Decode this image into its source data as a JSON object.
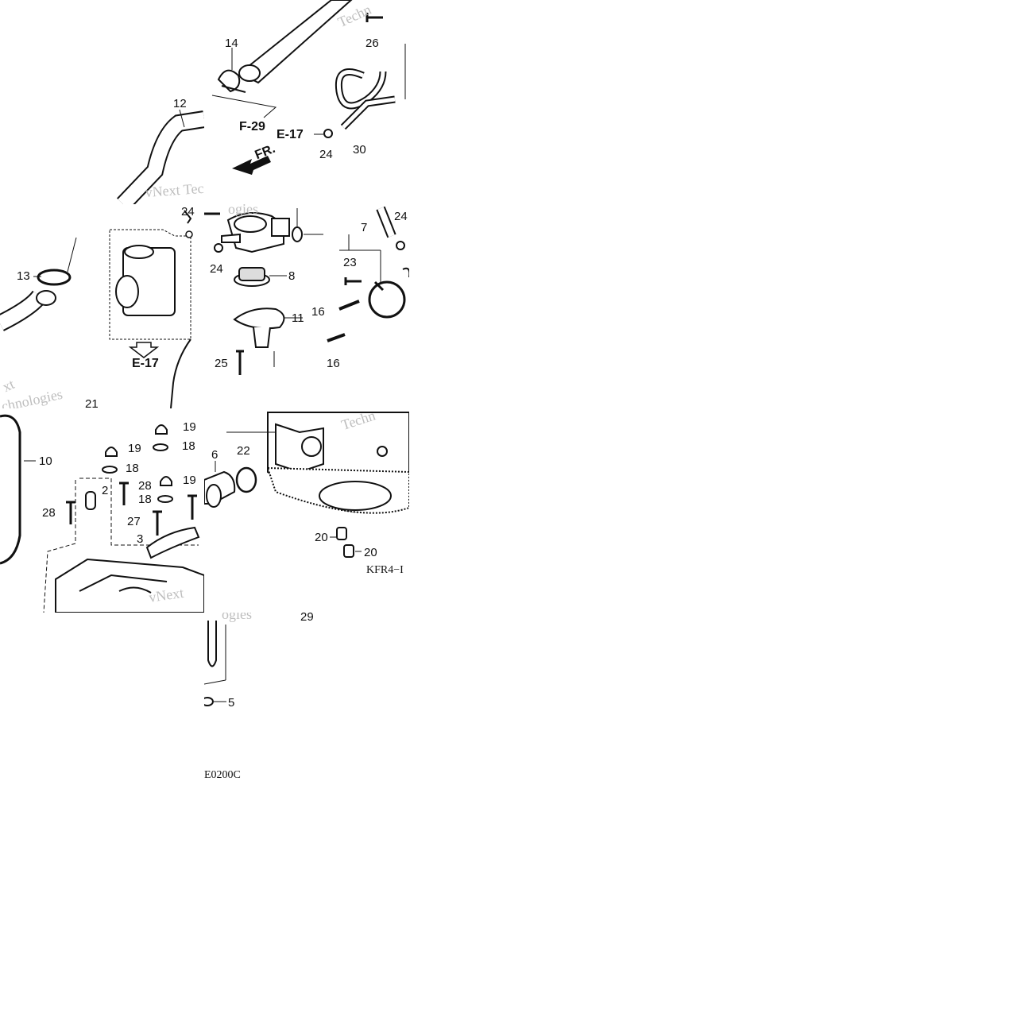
{
  "diagram": {
    "callouts": {
      "c14": "14",
      "c26": "26",
      "c12": "12",
      "f29": "F-29",
      "e17_top": "E-17",
      "c24_a": "24",
      "c30": "30",
      "fr": "FR.",
      "c24_b": "24",
      "c24_c": "24",
      "c24_d": "24",
      "c7": "7",
      "c23": "23",
      "c8": "8",
      "c11": "11",
      "c16_a": "16",
      "c16_b": "16",
      "c25": "25",
      "c13": "13",
      "e17_mid": "E-17",
      "c21": "21",
      "c10": "10",
      "c19_a": "19",
      "c19_b": "19",
      "c19_c": "19",
      "c18_a": "18",
      "c18_b": "18",
      "c18_c": "18",
      "c2": "2",
      "c28_a": "28",
      "c28_b": "28",
      "c27": "27",
      "c3": "3",
      "c6": "6",
      "c22": "22",
      "c20_a": "20",
      "c20_b": "20",
      "c29": "29",
      "c5": "5"
    },
    "codes": {
      "kfr": "KFR4−I",
      "e0200c": "E0200C"
    },
    "watermarks": {
      "w1": "Techn",
      "w2": "vNext Tec",
      "w3": "ogies",
      "w4": "xt",
      "w5": "chnologies",
      "w6": "Techn",
      "w7": "vNext",
      "w8": "ogies"
    }
  }
}
